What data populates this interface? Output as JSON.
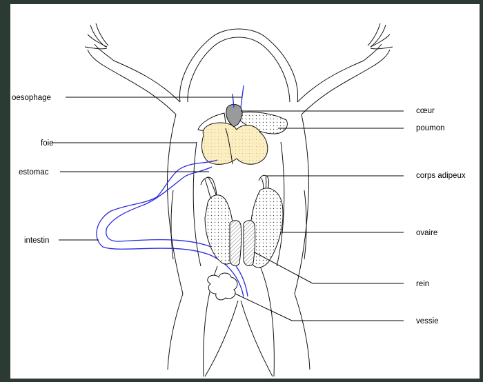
{
  "diagram": {
    "labels_left": {
      "oesophage": "oesophage",
      "foie": "foie",
      "estomac": "estomac",
      "intestin": "intestin"
    },
    "labels_right": {
      "coeur": "cœur",
      "poumon": "poumon",
      "corps_adipeux": "corps adipeux",
      "ovaire": "ovaire",
      "rein": "rein",
      "vessie": "vessie"
    },
    "colors": {
      "background_frame": "#2b3a32",
      "liver_fill": "#fbeec2",
      "heart_fill": "#9a9a9a",
      "digestive_tract": "#2a2ae0"
    }
  }
}
